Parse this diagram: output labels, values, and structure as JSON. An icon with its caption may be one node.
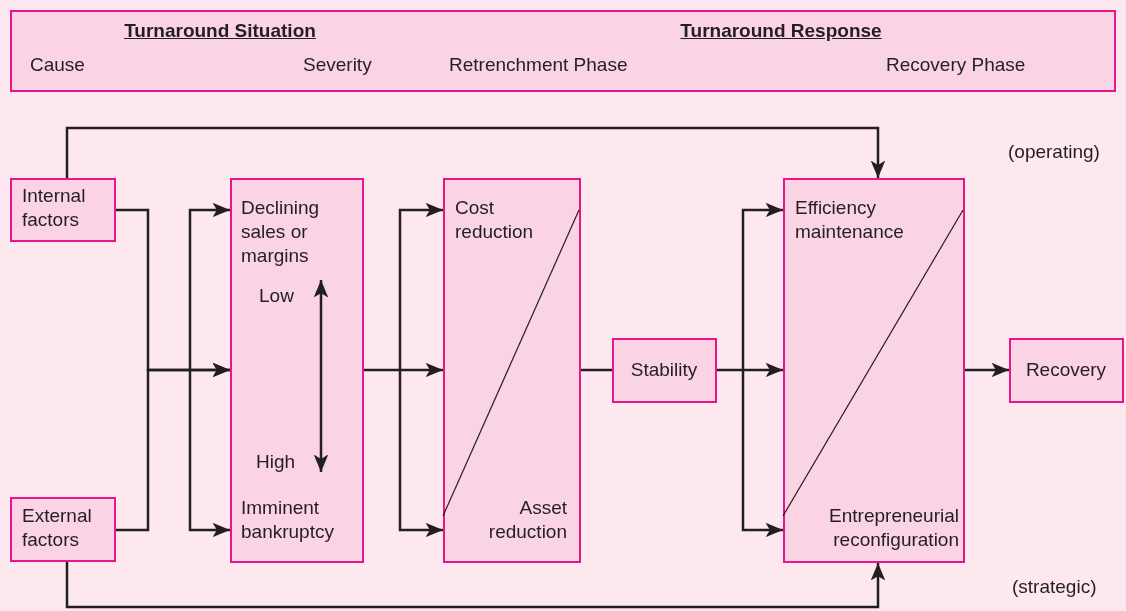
{
  "diagram": {
    "nodes": [
      {
        "text": [
          "Turnaround Situation",
          "Turnaround Response",
          "Cause",
          "Severity",
          "Retrenchment Phase",
          "Recovery Phase"
        ]
      },
      {
        "text": [
          "Internal factors"
        ]
      },
      {
        "text": [
          "External factors"
        ]
      },
      {
        "text": [
          "Declining sales or margins",
          "Low",
          "High",
          "Imminent bankruptcy"
        ]
      },
      {
        "text": [
          "Cost reduction",
          "Asset reduction"
        ]
      },
      {
        "text": [
          "Stability"
        ]
      },
      {
        "text": [
          "Efficiency maintenance",
          "Entrepreneurial reconfiguration"
        ]
      },
      {
        "text": [
          "Recovery"
        ]
      }
    ],
    "edges": [
      {
        "from": 1,
        "to": 3,
        "arrow": "to"
      },
      {
        "from": 2,
        "to": 3,
        "arrow": "to"
      },
      {
        "from": 3,
        "to": 4,
        "arrow": "to"
      },
      {
        "from": 4,
        "to": 5,
        "arrow": "none"
      },
      {
        "from": 5,
        "to": 6,
        "arrow": "to"
      },
      {
        "from": 6,
        "to": 7,
        "arrow": "to"
      },
      {
        "from": 1,
        "to": 6,
        "arrow": "to"
      },
      {
        "from": 2,
        "to": 6,
        "arrow": "to"
      }
    ],
    "labels": [
      "(operating)",
      "(strategic)"
    ]
  }
}
